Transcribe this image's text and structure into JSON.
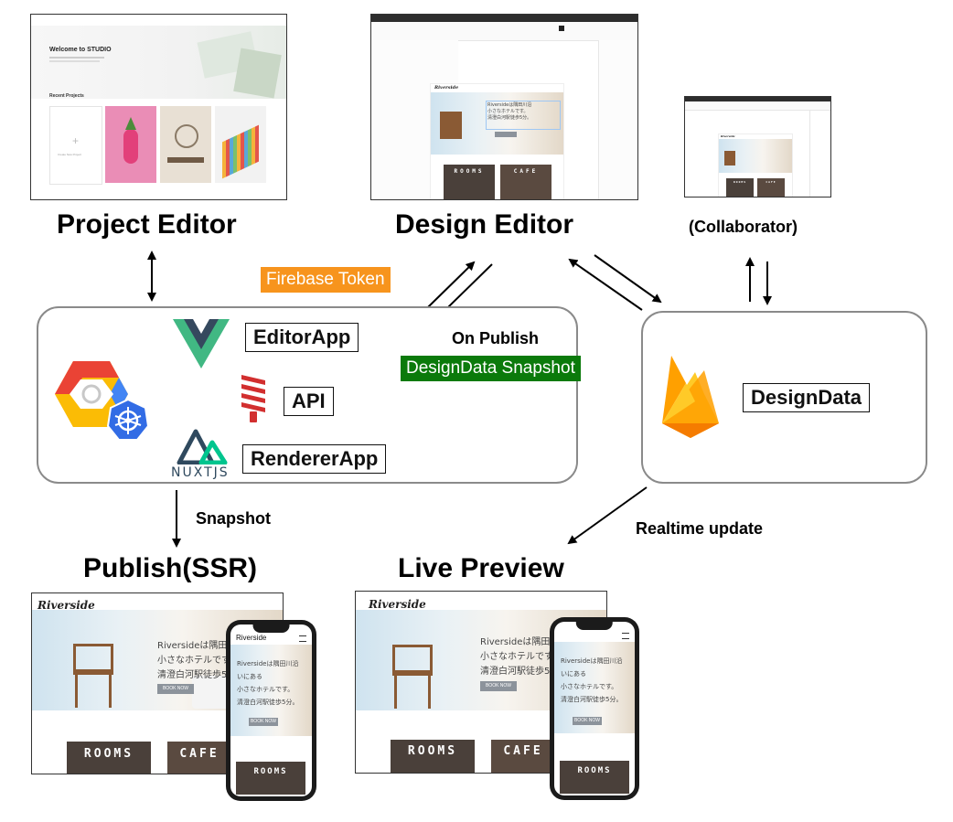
{
  "titles": {
    "project_editor": "Project Editor",
    "design_editor": "Design Editor",
    "collaborator": "(Collaborator)",
    "publish": "Publish(SSR)",
    "live_preview": "Live Preview"
  },
  "components": {
    "editor_app": "EditorApp",
    "api": "API",
    "renderer_app": "RendererApp",
    "design_data": "DesignData",
    "nuxt_wordmark": "NUXTJS"
  },
  "tags": {
    "firebase_token": "Firebase Token",
    "designdata_snapshot": "DesignData Snapshot"
  },
  "edge_labels": {
    "on_publish": "On Publish",
    "snapshot": "Snapshot",
    "realtime_update": "Realtime update"
  },
  "project_editor_shot": {
    "welcome": "Welcome to STUDIO",
    "recent": "Recent Projects",
    "create_new": "Create New Project"
  },
  "site_preview": {
    "logo": "Riverside",
    "copy_line1": "Riversideは隅田川沿",
    "copy_line2": "小さなホテルです。",
    "copy_line3": "清澄白河駅徒歩5分。",
    "phone_copy_line1": "Riversideは隅田川沿",
    "phone_copy_line2": "いにある",
    "phone_copy_line3": "小さなホテルです。",
    "phone_copy_line4": "清澄白河駅徒歩5分。",
    "button": "BOOK NOW",
    "tile_rooms": "ROOMS",
    "tile_cafe": "CAFE"
  },
  "colors": {
    "firebase_token_bg": "#f7941d",
    "snapshot_tag_bg": "#0b7a0b",
    "group_border": "#8a8a8a",
    "vue_green": "#41b883",
    "vue_dark": "#35495e",
    "gcp_red": "#ea4335",
    "gcp_yellow": "#fbbc05",
    "gcp_blue": "#4285f4",
    "k8s_blue": "#326ce5",
    "firebase_yellow": "#ffca28",
    "firebase_orange": "#f57c00",
    "loopback_red": "#d22f2f",
    "nuxt_green": "#00c58e"
  }
}
